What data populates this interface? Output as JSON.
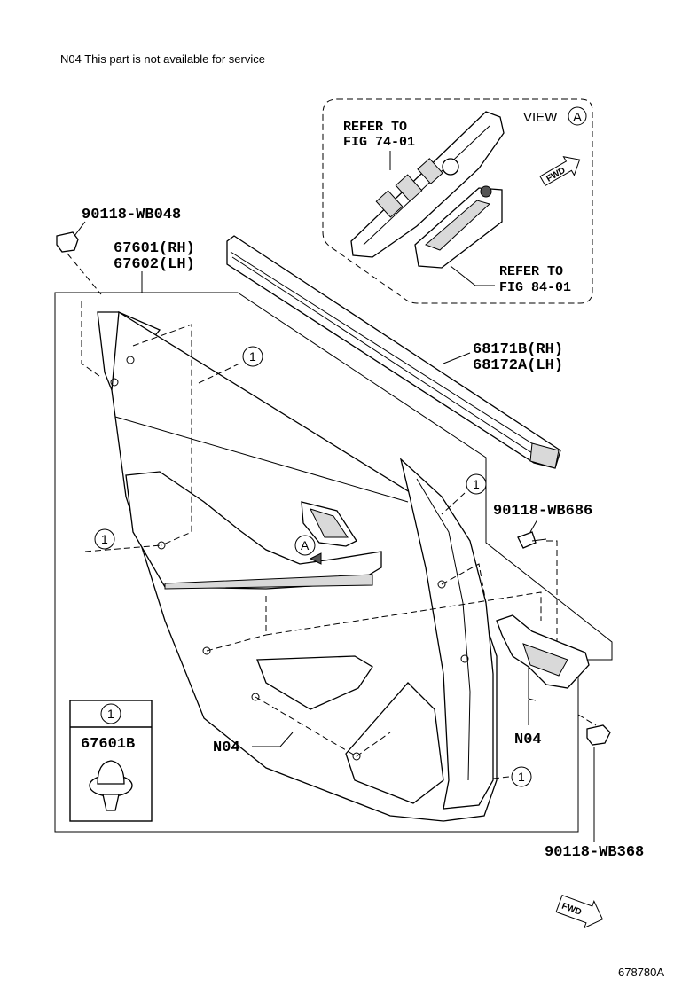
{
  "note": "N04 This part is not available for service",
  "figure_number": "678780A",
  "view_box": {
    "view_label": "VIEW",
    "view_letter": "A",
    "refer_upper": [
      "REFER TO",
      "FIG 74-01"
    ],
    "refer_lower": [
      "REFER TO",
      "FIG 84-01"
    ],
    "fwd": "FWD"
  },
  "parts": {
    "clip_top": "90118-WB048",
    "panel_rh": "67601(RH)",
    "panel_lh": "67602(LH)",
    "weatherstrip_rh": "68171B(RH)",
    "weatherstrip_lh": "68172A(LH)",
    "screw": "90118-WB686",
    "clip_bottom": "90118-WB368",
    "n04_left": "N04",
    "n04_right": "N04"
  },
  "callout": "1",
  "callout_view": "A",
  "legend_box": {
    "number": "1",
    "part": "67601B"
  },
  "fwd_bottom": "FWD"
}
